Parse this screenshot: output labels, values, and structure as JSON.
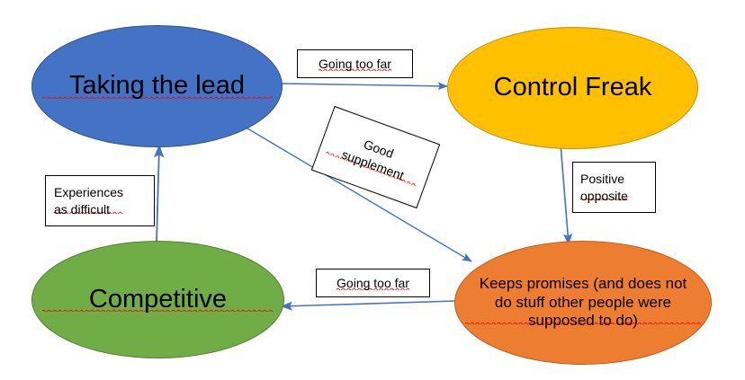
{
  "diagram": {
    "type": "flow-diagram",
    "background_color": "#FFFFFF",
    "arrow_color": "#4472C4",
    "nodes": [
      {
        "id": "taking-the-lead",
        "label": "Taking the lead",
        "shape": "ellipse",
        "fill_color": "#4472C4",
        "border_color": "#2F528F",
        "text_color": "#000000",
        "spellcheck_underline": true
      },
      {
        "id": "control-freak",
        "label": "Control Freak",
        "shape": "ellipse",
        "fill_color": "#FFC000",
        "border_color": "#BF9000",
        "text_color": "#000000",
        "spellcheck_underline": false
      },
      {
        "id": "competitive",
        "label": "Competitive",
        "shape": "ellipse",
        "fill_color": "#70AD47",
        "border_color": "#507E32",
        "text_color": "#000000",
        "spellcheck_underline": true
      },
      {
        "id": "keeps-promises",
        "label": "Keeps promises (and does not\ndo stuff other people were\nsupposed to do)",
        "shape": "ellipse",
        "fill_color": "#ED7D31",
        "border_color": "#C15A1B",
        "text_color": "#000000",
        "spellcheck_underline": true
      }
    ],
    "edge_labels": [
      {
        "id": "going-too-far-top",
        "text": "Going too far",
        "from": "taking-the-lead",
        "to": "control-freak",
        "rotation_deg": 0,
        "spellcheck_underline": true
      },
      {
        "id": "good-supplement",
        "text": "Good\nsupplement",
        "from": "taking-the-lead",
        "to": "keeps-promises",
        "rotation_deg": 20,
        "spellcheck_underline": true
      },
      {
        "id": "positive-opposite",
        "text": "Positive\nopposite",
        "from": "control-freak",
        "to": "keeps-promises",
        "rotation_deg": 0,
        "spellcheck_underline": true
      },
      {
        "id": "going-too-far-bottom",
        "text": "Going too far",
        "from": "keeps-promises",
        "to": "competitive",
        "rotation_deg": 0,
        "spellcheck_underline": true
      },
      {
        "id": "experiences-as-difficult",
        "text": "Experiences\nas difficult",
        "from": "competitive",
        "to": "taking-the-lead",
        "rotation_deg": 0,
        "spellcheck_underline": true
      }
    ]
  }
}
